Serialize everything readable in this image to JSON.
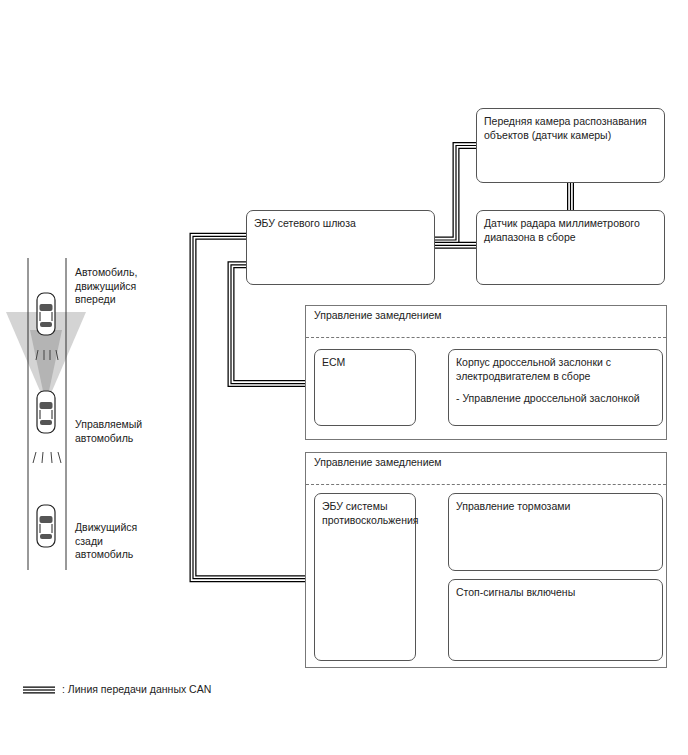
{
  "diagram": {
    "nodes": [
      {
        "text": [
          "ЭБУ сетевого шлюза"
        ]
      },
      {
        "text": [
          "Передняя камера распознавания объектов (датчик камеры)"
        ]
      },
      {
        "text": [
          "Датчик радара миллиметрового диапазона в сборе"
        ]
      },
      {
        "text": [
          "Управление замедлением"
        ]
      },
      {
        "text": [
          "ECM"
        ],
        "in": 3
      },
      {
        "text": [
          "Корпус дроссельной заслонки с электродвигателем в сборе",
          "- Управление дроссельной заслонкой"
        ],
        "in": 3
      },
      {
        "text": [
          "Управление замедлением"
        ]
      },
      {
        "text": [
          "ЭБУ системы противоскольжения"
        ],
        "in": 6
      },
      {
        "text": [
          "Управление тормозами"
        ],
        "in": 6
      },
      {
        "text": [
          "Стоп-сигналы включены"
        ],
        "in": 6
      }
    ],
    "edges": [
      {
        "from": 0,
        "to": 1,
        "arrow": "none"
      },
      {
        "from": 0,
        "to": 2,
        "arrow": "none"
      },
      {
        "from": 1,
        "to": 2,
        "arrow": "none"
      },
      {
        "from": 0,
        "to": 4,
        "arrow": "none"
      },
      {
        "from": 0,
        "to": 7,
        "arrow": "none"
      },
      {
        "from": 4,
        "to": 5,
        "arrow": "to"
      },
      {
        "from": 7,
        "to": 8,
        "arrow": "to"
      },
      {
        "from": 7,
        "to": 9,
        "arrow": "to"
      }
    ],
    "labels": [
      "Автомобиль, движущийся впереди",
      "Управляемый автомобиль",
      "Движущийся сзади автомобиль"
    ],
    "legend": [
      {
        "text": ": Линия передачи данных CAN"
      }
    ]
  }
}
